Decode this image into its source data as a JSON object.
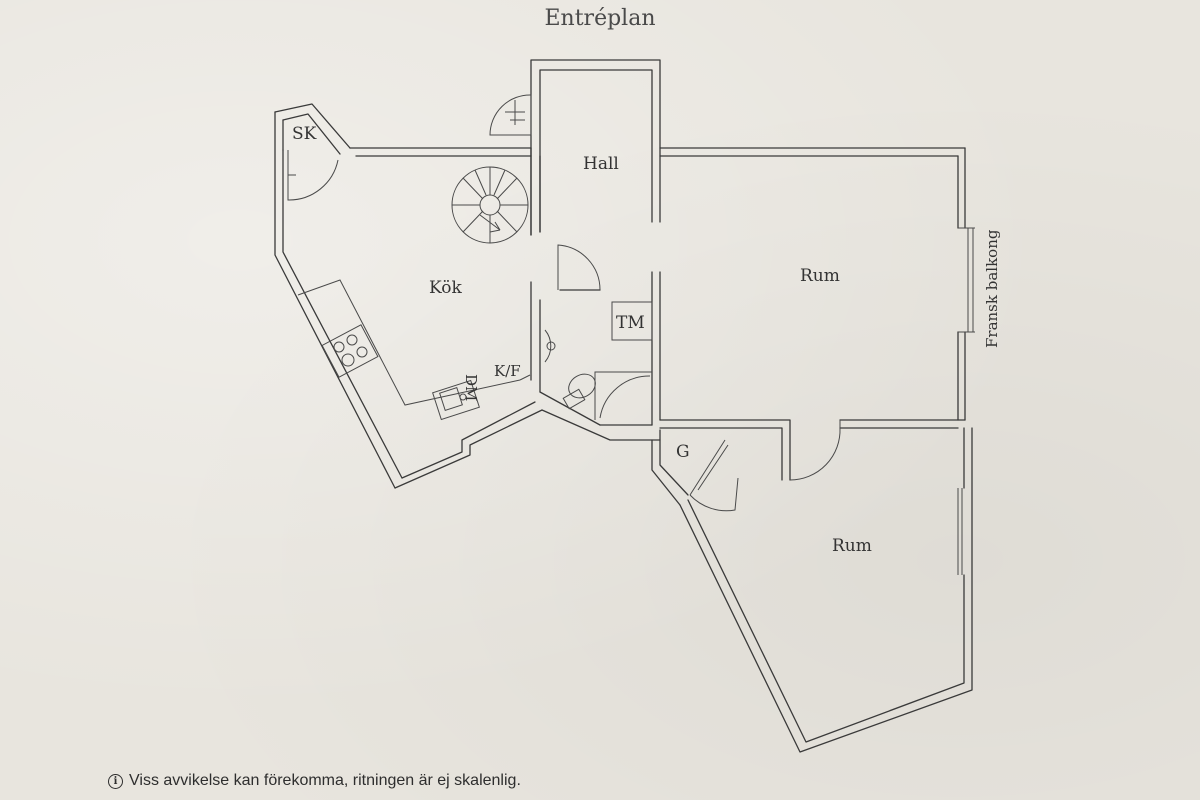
{
  "title": "Entréplan",
  "rooms": {
    "sk": "SK",
    "hall": "Hall",
    "kok": "Kök",
    "tm": "TM",
    "kf": "K/F",
    "dm": "DM",
    "rum_upper": "Rum",
    "rum_lower": "Rum",
    "g": "G",
    "balcony": "Fransk balkong"
  },
  "disclaimer": {
    "icon": "info-icon",
    "text": "Viss avvikelse kan förekomma, ritningen är ej skalenlig."
  }
}
